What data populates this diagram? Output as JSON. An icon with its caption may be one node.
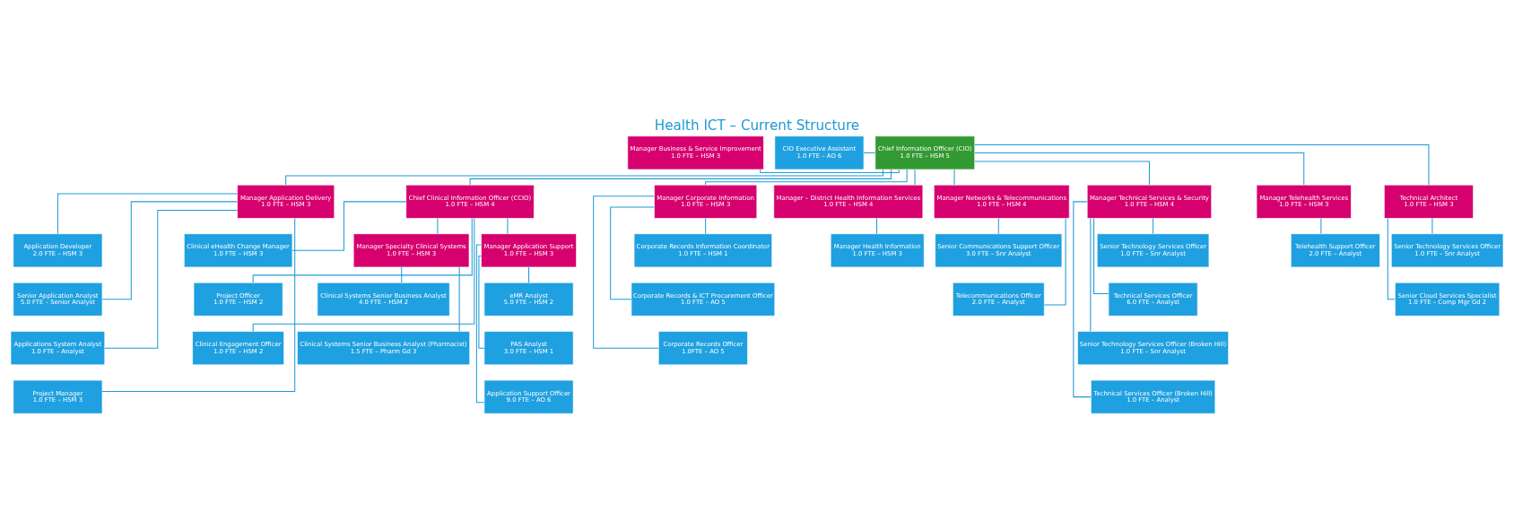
{
  "diagram": {
    "title": "Health ICT – Current Structure",
    "nodes": [
      {
        "text": [
          "Chief Information Officer (CIO)",
          "1.0 FTE – HSM 5"
        ]
      },
      {
        "text": [
          "Manager Business & Service Improvement",
          "1.0 FTE – HSM 3"
        ]
      },
      {
        "text": [
          "CIO Executive Assistant",
          "1.0 FTE – AO 6"
        ]
      },
      {
        "text": [
          "Manager Application Delivery",
          "1.0 FTE – HSM 3"
        ]
      },
      {
        "text": [
          "Application Developer",
          "2.0 FTE – HSM 3"
        ]
      },
      {
        "text": [
          "Senior Application Analyst",
          "5.0 FTE – Senior Analyst"
        ]
      },
      {
        "text": [
          "Applications System Analyst",
          "1.0 FTE – Analyst"
        ]
      },
      {
        "text": [
          "Project Manager",
          "1.0 FTE – HSM 3"
        ]
      },
      {
        "text": [
          "Chief Clinical Information Officer (CCIO)",
          "1.0 FTE – HSM 4"
        ]
      },
      {
        "text": [
          "Clinical eHealth Change Manager",
          "1.0 FTE – HSM 3"
        ]
      },
      {
        "text": [
          "Project Officer",
          "1.0 FTE – HSM 2"
        ]
      },
      {
        "text": [
          "Clinical Engagement Officer",
          "1.0 FTE – HSM 2"
        ]
      },
      {
        "text": [
          "Manager Specialty Clinical Systems",
          "1.0 FTE – HSM 3"
        ]
      },
      {
        "text": [
          "Clinical Systems Senior Business Analyst",
          "4.0 FTE – HSM 2"
        ]
      },
      {
        "text": [
          "Clinical Systems Senior Business Analyst (Pharmacist)",
          "1.5 FTE – Pharm Gd 3"
        ]
      },
      {
        "text": [
          "Manager Application Support",
          "1.0 FTE – HSM 3"
        ]
      },
      {
        "text": [
          "eMR Analyst",
          "5.0 FTE – HSM 2"
        ]
      },
      {
        "text": [
          "PAS Analyst",
          "3.0 FTE – HSM 1"
        ]
      },
      {
        "text": [
          "Application Support Officer",
          "9.0 FTE – AO 6"
        ]
      },
      {
        "text": [
          "Manager Corporate Information",
          "1.0 FTE – HSM 3"
        ]
      },
      {
        "text": [
          "Corporate Records Information Coordinator",
          "1.0 FTE – HSM 1"
        ]
      },
      {
        "text": [
          "Corporate Records & ICT Procurement Officer",
          "1.0 FTE – AO 5"
        ]
      },
      {
        "text": [
          "Corporate Records Officer",
          "1.0FTE – AO 5"
        ]
      },
      {
        "text": [
          "Manager – District Health Information Services",
          "1.0 FTE – HSM 4"
        ]
      },
      {
        "text": [
          "Manager Health Information",
          "1.0 FTE – HSM 3"
        ]
      },
      {
        "text": [
          "Manager Networks & Telecommunications",
          "1.0 FTE – HSM 4"
        ]
      },
      {
        "text": [
          "Senior Communications Support Officer",
          "3.0 FTE – Snr Analyst"
        ]
      },
      {
        "text": [
          "Telecommunications Officer",
          "2.0 FTE – Analyst"
        ]
      },
      {
        "text": [
          "Manager Technical Services & Security",
          "1.0 FTE – HSM 4"
        ]
      },
      {
        "text": [
          "Senior Technology Services Officer",
          "1.0 FTE – Snr Analyst"
        ]
      },
      {
        "text": [
          "Technical Services Officer",
          "6.0 FTE – Analyst"
        ]
      },
      {
        "text": [
          "Senior Technology Services Officer (Broken Hill)",
          "1.0 FTE – Snr Analyst"
        ]
      },
      {
        "text": [
          "Technical Services Officer (Broken Hill)",
          "1.0 FTE – Analyst"
        ]
      },
      {
        "text": [
          "Manager Telehealth Services",
          "1.0 FTE – HSM 3"
        ]
      },
      {
        "text": [
          "Telehealth Support Officer",
          "2.0 FTE – Analyst"
        ]
      },
      {
        "text": [
          "Technical Architect",
          "1.0 FTE – HSM 3"
        ]
      },
      {
        "text": [
          "Senior Technology Services Officer",
          "1.0 FTE – Snr Analyst"
        ]
      },
      {
        "text": [
          "Senior Cloud Services Specialist",
          "1.0 FTE – Comp Mgr Gd 2"
        ]
      }
    ],
    "edges": [
      {
        "from": 1,
        "to": 0,
        "arrow": "none"
      },
      {
        "from": 2,
        "to": 0,
        "arrow": "none"
      },
      {
        "from": 0,
        "to": 3,
        "arrow": "none"
      },
      {
        "from": 0,
        "to": 8,
        "arrow": "none"
      },
      {
        "from": 0,
        "to": 19,
        "arrow": "none"
      },
      {
        "from": 0,
        "to": 23,
        "arrow": "none"
      },
      {
        "from": 0,
        "to": 25,
        "arrow": "none"
      },
      {
        "from": 0,
        "to": 28,
        "arrow": "none"
      },
      {
        "from": 0,
        "to": 33,
        "arrow": "none"
      },
      {
        "from": 0,
        "to": 35,
        "arrow": "none"
      },
      {
        "from": 3,
        "to": 4,
        "arrow": "none"
      },
      {
        "from": 3,
        "to": 5,
        "arrow": "none"
      },
      {
        "from": 3,
        "to": 6,
        "arrow": "none"
      },
      {
        "from": 3,
        "to": 7,
        "arrow": "none"
      },
      {
        "from": 8,
        "to": 9,
        "arrow": "none"
      },
      {
        "from": 8,
        "to": 10,
        "arrow": "none"
      },
      {
        "from": 8,
        "to": 11,
        "arrow": "none"
      },
      {
        "from": 8,
        "to": 12,
        "arrow": "none"
      },
      {
        "from": 8,
        "to": 15,
        "arrow": "none"
      },
      {
        "from": 12,
        "to": 13,
        "arrow": "none"
      },
      {
        "from": 12,
        "to": 14,
        "arrow": "none"
      },
      {
        "from": 15,
        "to": 16,
        "arrow": "none"
      },
      {
        "from": 15,
        "to": 17,
        "arrow": "none"
      },
      {
        "from": 15,
        "to": 18,
        "arrow": "none"
      },
      {
        "from": 19,
        "to": 20,
        "arrow": "none"
      },
      {
        "from": 19,
        "to": 21,
        "arrow": "none"
      },
      {
        "from": 19,
        "to": 22,
        "arrow": "none"
      },
      {
        "from": 23,
        "to": 24,
        "arrow": "none"
      },
      {
        "from": 25,
        "to": 26,
        "arrow": "none"
      },
      {
        "from": 25,
        "to": 27,
        "arrow": "none"
      },
      {
        "from": 28,
        "to": 29,
        "arrow": "none"
      },
      {
        "from": 28,
        "to": 30,
        "arrow": "none"
      },
      {
        "from": 28,
        "to": 31,
        "arrow": "none"
      },
      {
        "from": 28,
        "to": 32,
        "arrow": "none"
      },
      {
        "from": 33,
        "to": 34,
        "arrow": "none"
      },
      {
        "from": 35,
        "to": 36,
        "arrow": "none"
      },
      {
        "from": 35,
        "to": 37,
        "arrow": "none"
      }
    ]
  }
}
